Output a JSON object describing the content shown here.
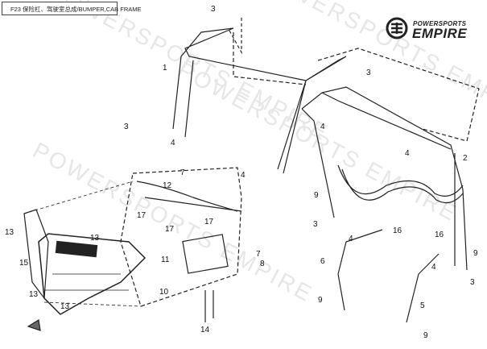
{
  "header": {
    "title": "F23 保险杠、驾驶室总成/BUMPER,CAB FRAME"
  },
  "logo": {
    "line1": "POWERSPORTS",
    "line2": "EMPIRE"
  },
  "watermark": "POWERSPORTS EMPIRE",
  "callouts": [
    "1",
    "2",
    "3",
    "3",
    "3",
    "3",
    "3",
    "4",
    "4",
    "4",
    "4",
    "4",
    "4",
    "5",
    "6",
    "7",
    "7",
    "8",
    "9",
    "9",
    "9",
    "9",
    "10",
    "11",
    "12",
    "13",
    "13",
    "13",
    "13",
    "14",
    "15",
    "16",
    "16",
    "17",
    "17",
    "17"
  ]
}
